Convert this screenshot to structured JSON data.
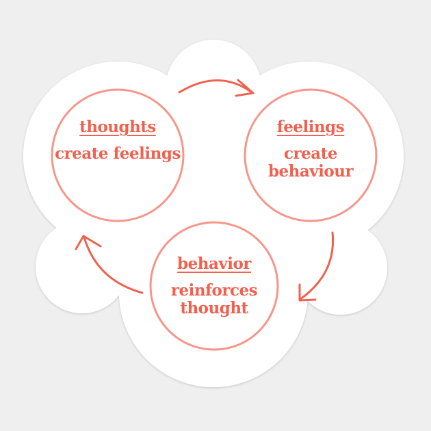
{
  "colors": {
    "background": "#efefef",
    "sticker": "#ffffff",
    "circle_stroke": "#f6968a",
    "arrow": "#f0614f",
    "text": "#f0614f"
  },
  "nodes": [
    {
      "title": "thoughts",
      "description": "create feelings"
    },
    {
      "title": "feelings",
      "description": "create behaviour"
    },
    {
      "title": "behavior",
      "description": "reinforces thought"
    }
  ]
}
